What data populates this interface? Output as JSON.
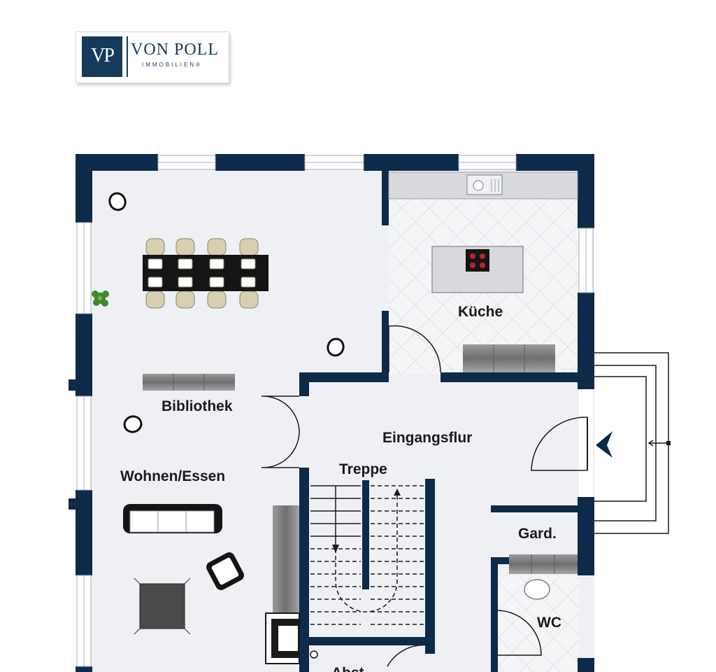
{
  "logo": {
    "initials": "VP",
    "name": "VON POLL",
    "subtitle": "IMMOBILIEN®"
  },
  "rooms": {
    "kueche": "Küche",
    "bibliothek": "Bibliothek",
    "eingangsflur": "Eingangsflur",
    "treppe": "Treppe",
    "wohnen": "Wohnen/Essen",
    "gard": "Gard.",
    "wc": "WC",
    "abst": "Abst."
  },
  "colors": {
    "wall": "#0e2a4a",
    "floor": "#eff0f4",
    "tile_lines": "#d0d2d8",
    "furniture_gray": "#8a8a8a"
  }
}
